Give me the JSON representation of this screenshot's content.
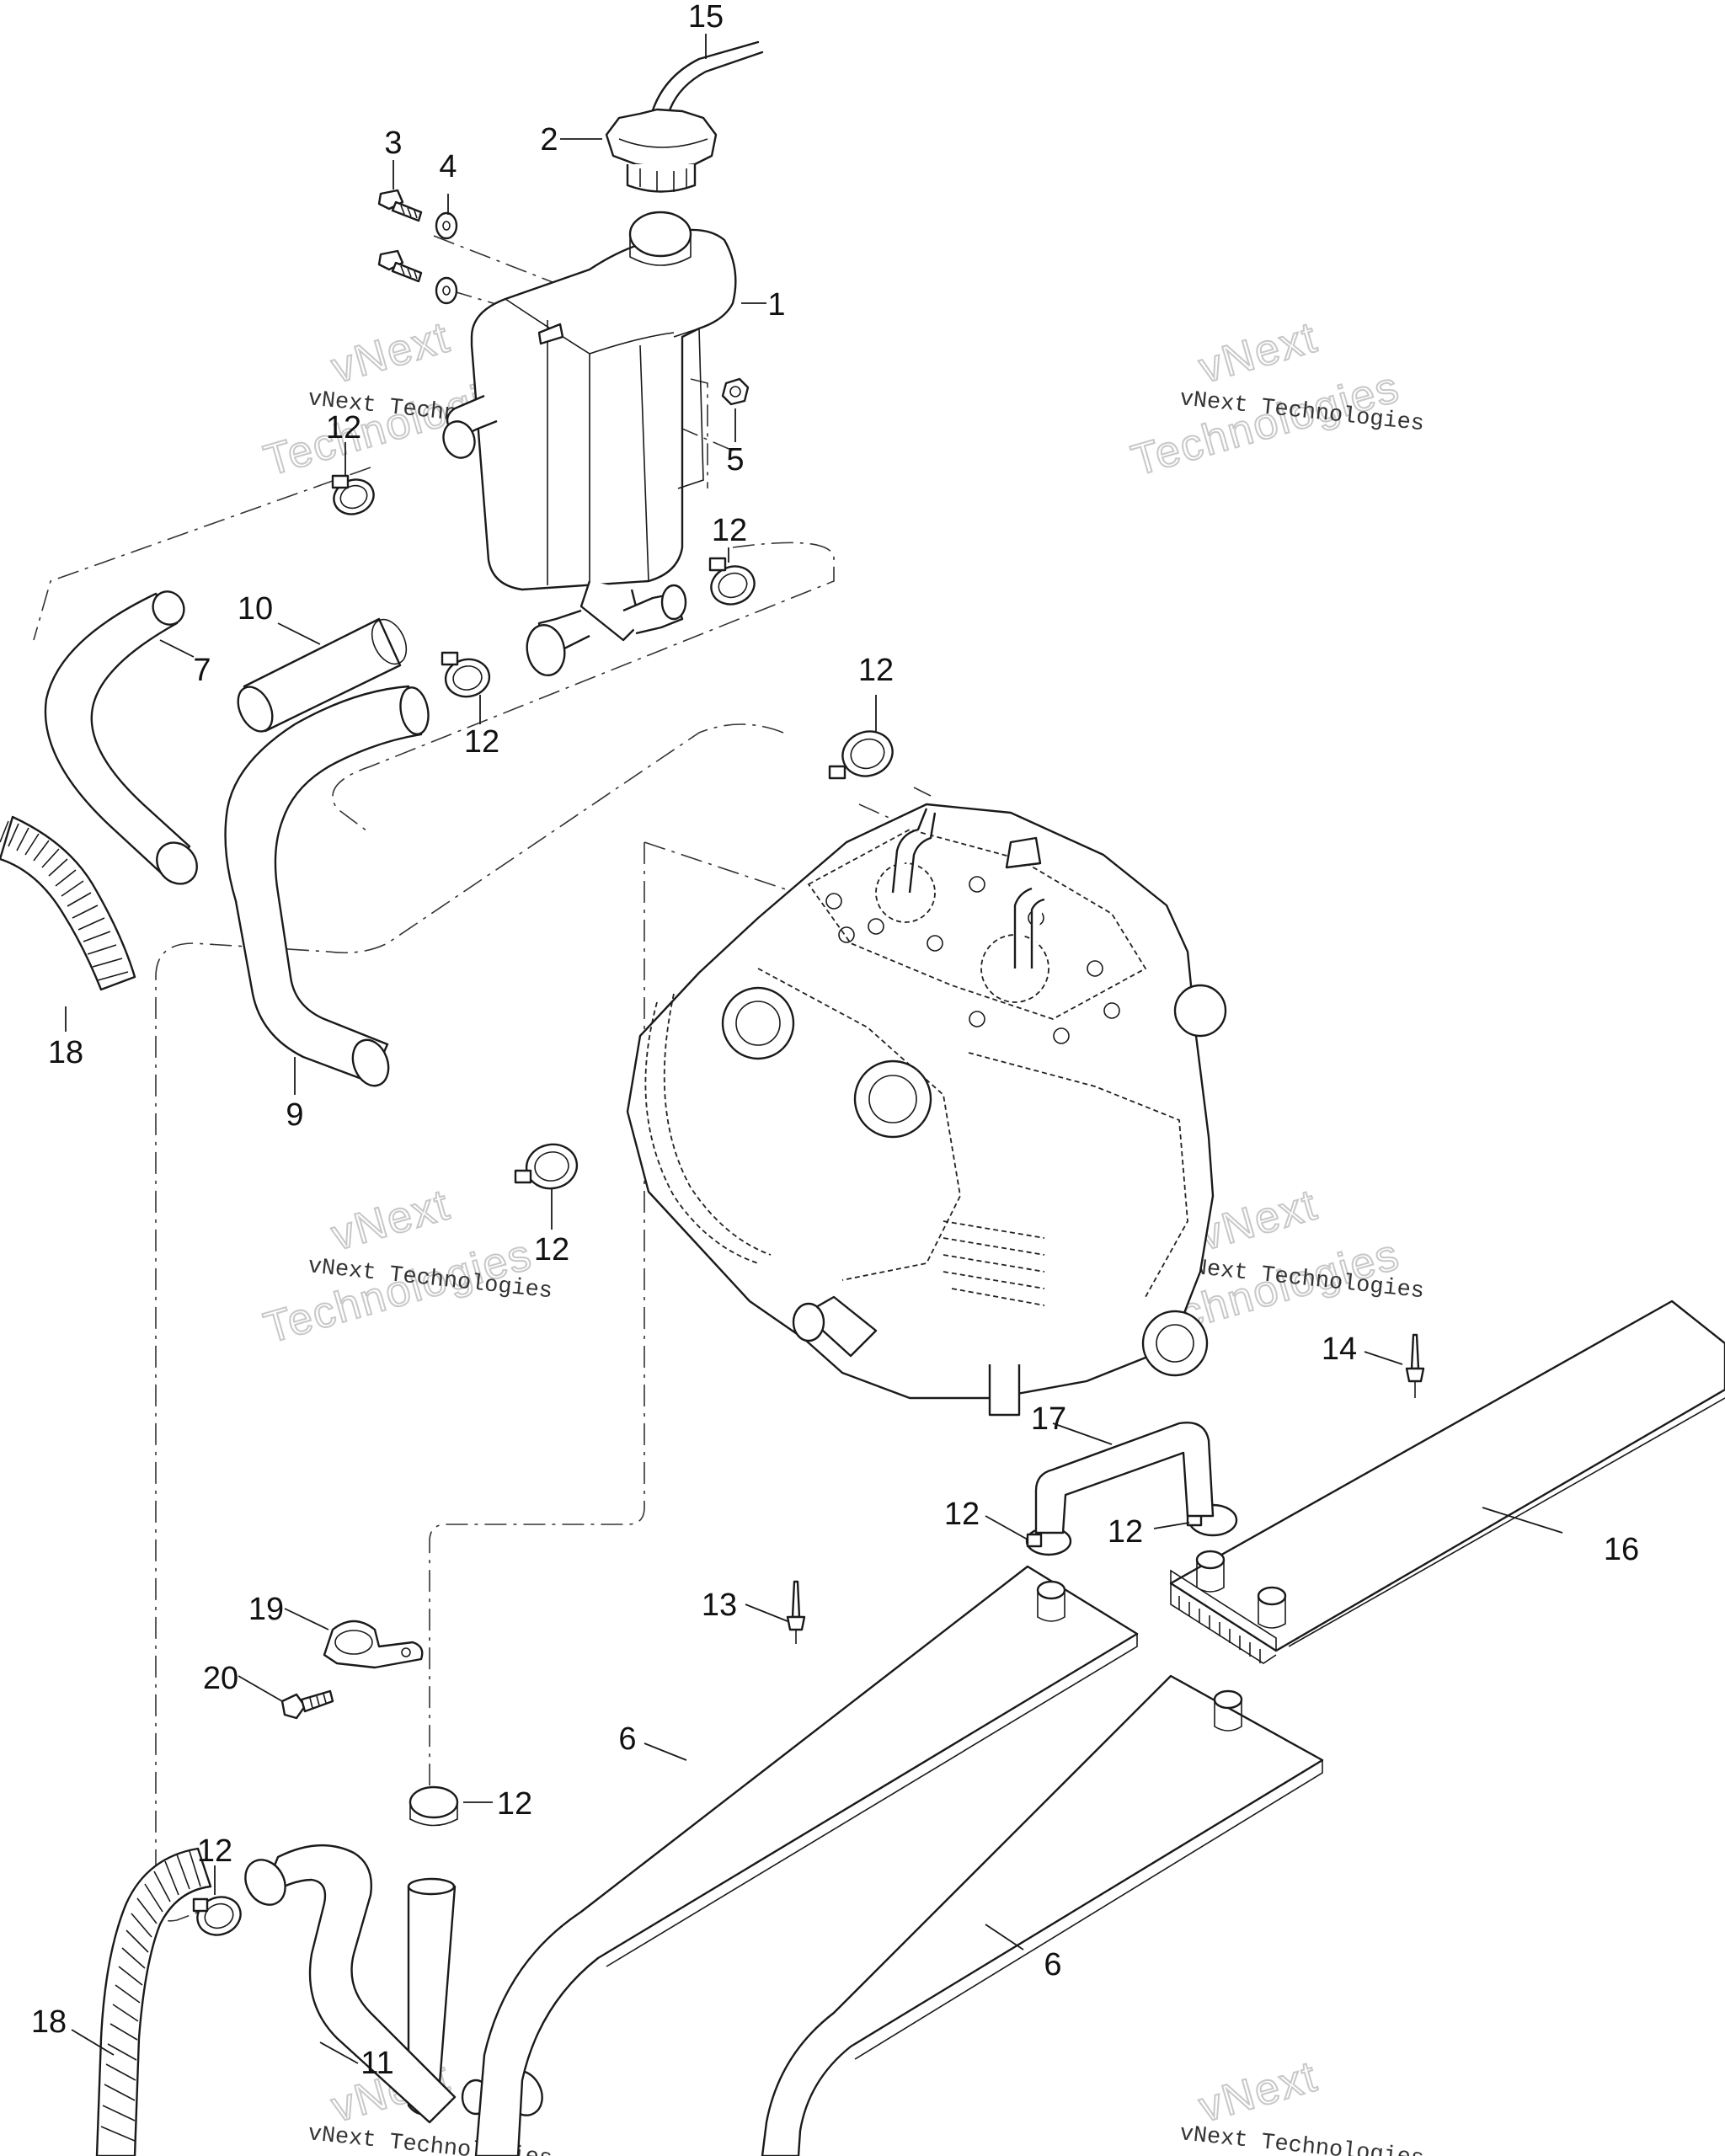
{
  "diagram": {
    "callouts": [
      {
        "id": "callout-15",
        "label": "15"
      },
      {
        "id": "callout-2",
        "label": "2"
      },
      {
        "id": "callout-3",
        "label": "3"
      },
      {
        "id": "callout-4",
        "label": "4"
      },
      {
        "id": "callout-1",
        "label": "1"
      },
      {
        "id": "callout-5",
        "label": "5"
      },
      {
        "id": "callout-12a",
        "label": "12"
      },
      {
        "id": "callout-12b",
        "label": "12"
      },
      {
        "id": "callout-10",
        "label": "10"
      },
      {
        "id": "callout-7",
        "label": "7"
      },
      {
        "id": "callout-12c",
        "label": "12"
      },
      {
        "id": "callout-12d",
        "label": "12"
      },
      {
        "id": "callout-18a",
        "label": "18"
      },
      {
        "id": "callout-9",
        "label": "9"
      },
      {
        "id": "callout-12e",
        "label": "12"
      },
      {
        "id": "callout-14",
        "label": "14"
      },
      {
        "id": "callout-17",
        "label": "17"
      },
      {
        "id": "callout-12f",
        "label": "12"
      },
      {
        "id": "callout-12g",
        "label": "12"
      },
      {
        "id": "callout-16",
        "label": "16"
      },
      {
        "id": "callout-13",
        "label": "13"
      },
      {
        "id": "callout-19",
        "label": "19"
      },
      {
        "id": "callout-20",
        "label": "20"
      },
      {
        "id": "callout-6a",
        "label": "6"
      },
      {
        "id": "callout-12h",
        "label": "12"
      },
      {
        "id": "callout-12i",
        "label": "12"
      },
      {
        "id": "callout-6b",
        "label": "6"
      },
      {
        "id": "callout-18b",
        "label": "18"
      },
      {
        "id": "callout-11",
        "label": "11"
      }
    ],
    "watermark": {
      "brand_small": "vNext Technologies",
      "big_line1": "vNext",
      "big_line2": "Technologies"
    }
  }
}
